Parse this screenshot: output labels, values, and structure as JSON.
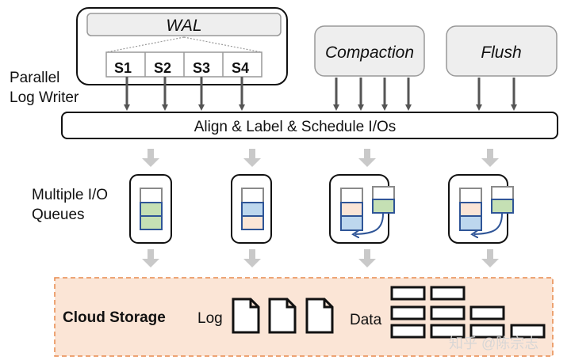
{
  "writer": {
    "label_line1": "Parallel",
    "label_line2": "Log Writer",
    "wal_label": "WAL",
    "segments": [
      "S1",
      "S2",
      "S3",
      "S4"
    ]
  },
  "compaction_label": "Compaction",
  "flush_label": "Flush",
  "scheduler_label": "Align & Label & Schedule I/Os",
  "queues": {
    "label_line1": "Multiple I/O",
    "label_line2": "Queues"
  },
  "storage": {
    "title": "Cloud Storage",
    "log_label": "Log",
    "data_label": "Data"
  },
  "watermark": "知乎 @陈宗志",
  "colors": {
    "green": "#c5e0b4",
    "blue": "#bdd7ee",
    "peach": "#fbe5d6",
    "storage_fill": "#fbe5d6",
    "storage_border": "#e8894b"
  }
}
